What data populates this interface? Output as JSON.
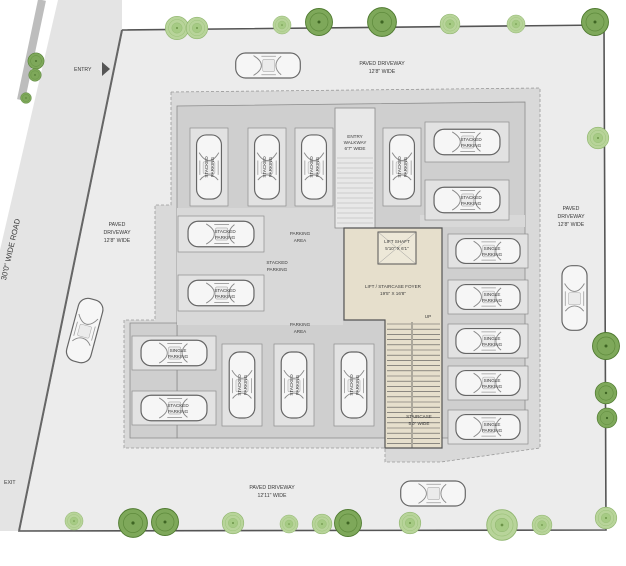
{
  "labels": {
    "entry": "ENTRY",
    "exit": "EXIT",
    "road": "30'0\" WIDE ROAD",
    "driveway_top": [
      "PAVED DRIVEWAY",
      "12'8\" WIDE"
    ],
    "driveway_left": [
      "PAVED",
      "DRIVEWAY",
      "12'8\" WIDE"
    ],
    "driveway_right": [
      "PAVED",
      "DRIVEWAY",
      "12'8\" WIDE"
    ],
    "driveway_bottom": [
      "PAVED DRIVEWAY",
      "12'11\" WIDE"
    ],
    "entry_walkway": [
      "ENTRY",
      "WALKWAY",
      "6'7\" WIDE"
    ],
    "lift_shaft": [
      "LIFT SHAFT",
      "5'10\" X 6'1\""
    ],
    "lift_foyer": [
      "LIFT / STAIRCASE FOYER",
      "19'5\" X 16'8\""
    ],
    "up": "UP",
    "staircase": [
      "STAIRCASE",
      "5'0\" WIDE"
    ],
    "parking_area": [
      "PARKING",
      "AREA"
    ],
    "stacked_parking": [
      "STACKED",
      "PARKING"
    ],
    "stacked": "STACKED",
    "single": "SINGLE",
    "parking": "PARKING"
  },
  "colors": {
    "site": "#e8e8e8",
    "driveway": "#e3e3e3",
    "podium": "#d4d4d4",
    "bay": "#e2e2e2",
    "foyer": "#e6dfcc",
    "tree": "#a9c98a",
    "tree_dark": "#5e8a3c",
    "car": "#f6f6f6",
    "outline": "#555555"
  }
}
